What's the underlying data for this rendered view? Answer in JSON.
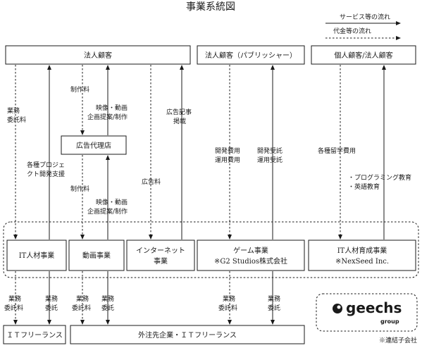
{
  "title": "事業系統図",
  "legend": {
    "service_flow": "サービス等の流れ",
    "money_flow": "代金等の流れ"
  },
  "customers": {
    "corporate": "法人顧客",
    "publisher": "法人顧客（パブリッシャー）",
    "individual": "個人顧客/法人顧客"
  },
  "agency": "広告代理店",
  "businesses": {
    "it_staffing": "IT人材事業",
    "video": "動画事業",
    "internet": [
      "インターネット",
      "事業"
    ],
    "game": [
      "ゲーム事業",
      "※G2 Studios株式会社"
    ],
    "it_training": [
      "IT人材育成事業",
      "※NexSeed Inc."
    ]
  },
  "partners": {
    "freelance": "ＩＴフリーランス",
    "outsourcing": "外注先企業・ＩＴフリーランス"
  },
  "labels": {
    "outsourcing_fee_a": [
      "業務",
      "委託料"
    ],
    "project_support": [
      "各種プロジェ",
      "クト開発支援"
    ],
    "production_fee_top": "制作料",
    "video_planning_top": [
      "映像・動画",
      "企画提案/制作"
    ],
    "production_fee_mid": "制作料",
    "video_planning_mid": [
      "映像・動画",
      "企画提案/制作"
    ],
    "ad_fee": "広告料",
    "ad_article": [
      "広告記事",
      "掲載"
    ],
    "dev_fee": [
      "開発費用",
      "運用費用"
    ],
    "dev_contract": [
      "開発受託",
      "運用受託"
    ],
    "study_fee": "各種留学費用",
    "education": [
      "・プログラミング教育",
      "・英語教育"
    ],
    "bottom_fee_1": [
      "業務",
      "委託料"
    ],
    "bottom_task_1": [
      "業務",
      "委託"
    ],
    "bottom_fee_2": [
      "業務",
      "委託料"
    ],
    "bottom_task_2": [
      "業務",
      "委託"
    ],
    "bottom_fee_3": [
      "業務",
      "委託料"
    ],
    "bottom_task_3": [
      "業務",
      "委託"
    ]
  },
  "logo": {
    "name": "geechs",
    "sub": "group"
  },
  "footnote": "※連結子会社"
}
